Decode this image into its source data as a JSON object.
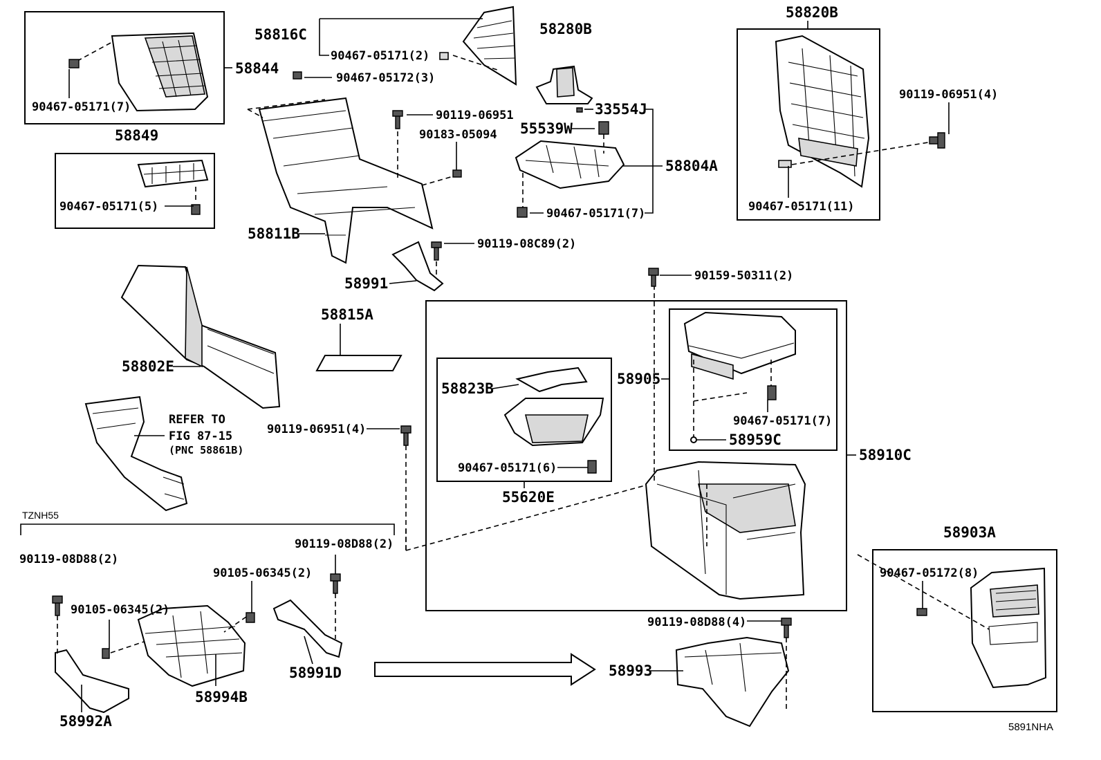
{
  "labels": {
    "p58844": "58844",
    "p90467_05171_7_a": "90467-05171(7)",
    "p58849": "58849",
    "p90467_05171_5": "90467-05171(5)",
    "p58816C": "58816C",
    "p90467_05171_2": "90467-05171(2)",
    "p90467_05172_3": "90467-05172(3)",
    "p58280B": "58280B",
    "p90119_06951_a": "90119-06951",
    "p90183_05094": "90183-05094",
    "p33554J": "33554J",
    "p55539W": "55539W",
    "p58804A": "58804A",
    "p90467_05171_7_b": "90467-05171(7)",
    "p58811B": "58811B",
    "p90119_08C89_2": "90119-08C89(2)",
    "p58991": "58991",
    "p58820B": "58820B",
    "p90119_06951_4_a": "90119-06951(4)",
    "p90467_05171_11": "90467-05171(11)",
    "p58815A": "58815A",
    "p58802E": "58802E",
    "p90159_50311_2": "90159-50311(2)",
    "p58905": "58905",
    "p90467_05171_7_c": "90467-05171(7)",
    "p58959C": "58959C",
    "p58910C": "58910C",
    "p58823B": "58823B",
    "p90467_05171_6": "90467-05171(6)",
    "p55620E": "55620E",
    "refer_line1": "REFER TO",
    "refer_line2": "FIG 87-15",
    "refer_line3": "(PNC 58861B)",
    "p90119_06951_4_b": "90119-06951(4)",
    "tznh55": "TZNH55",
    "p90119_08D88_2_a": "90119-08D88(2)",
    "p90119_08D88_2_b": "90119-08D88(2)",
    "p90105_06345_2_a": "90105-06345(2)",
    "p90105_06345_2_b": "90105-06345(2)",
    "p58994B": "58994B",
    "p58991D": "58991D",
    "p58992A": "58992A",
    "p90119_08D88_4": "90119-08D88(4)",
    "p58993": "58993",
    "p58903A": "58903A",
    "p90467_05172_8": "90467-05172(8)",
    "drawing_code": "5891NHA"
  }
}
